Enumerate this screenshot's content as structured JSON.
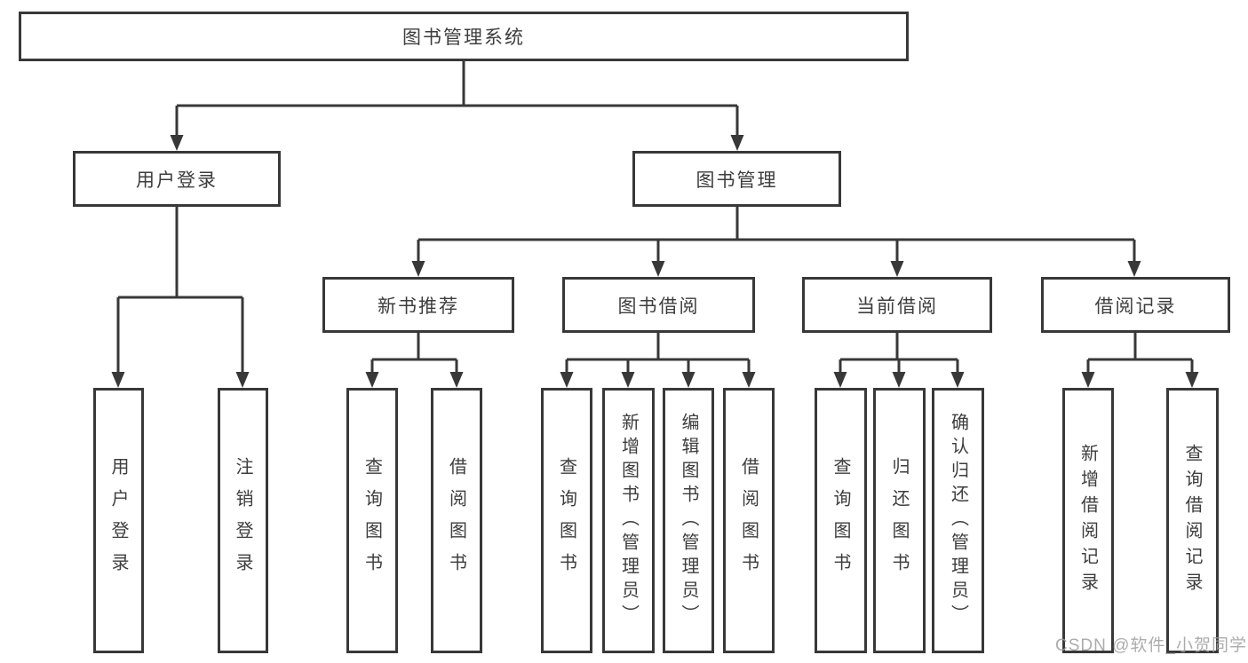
{
  "nodes": {
    "root": "图书管理系统",
    "user_login_group": "用户登录",
    "book_management": "图书管理",
    "new_book_recommend": "新书推荐",
    "book_borrowing": "图书借阅",
    "current_borrowing": "当前借阅",
    "borrowing_records": "借阅记录",
    "user_login": "用户登录",
    "logout": "注销登录",
    "query_books_recommend": "查询图书",
    "borrow_books_recommend": "借阅图书",
    "query_books_borrowing": "查询图书",
    "add_books_admin": "新增图书（管理员）",
    "edit_books_admin": "编辑图书（管理员）",
    "borrow_books_borrowing": "借阅图书",
    "query_books_current": "查询图书",
    "return_books": "归还图书",
    "confirm_return_admin": "确认归还（管理员）",
    "add_borrow_record": "新增借阅记录",
    "query_borrow_record": "查询借阅记录"
  },
  "watermark": {
    "text": "CSDN @软件_小贺同学"
  },
  "colors": {
    "line": "#383838",
    "box_border": "#383838",
    "text": "#3d3d3d",
    "background": "#ffffff",
    "watermark": "#9e9e9e"
  }
}
